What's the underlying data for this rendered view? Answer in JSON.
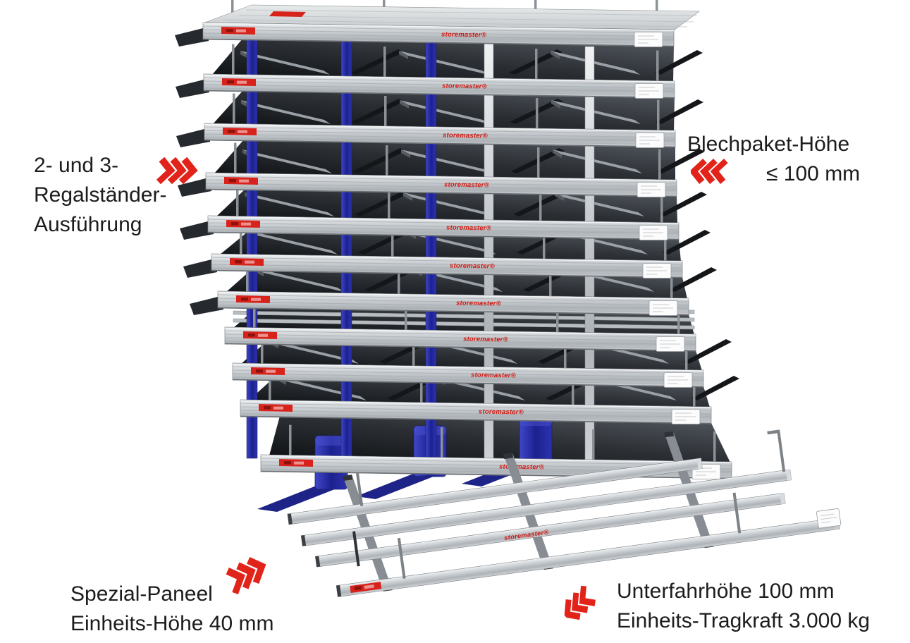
{
  "illustration": {
    "brand": "storemaster®",
    "colors": {
      "accent_red": "#e2231a",
      "column_blue": "#262b9d",
      "beam_silver": "#c9ced2",
      "sheet_dark": "#1a1d20",
      "label_white": "#fcfcfc"
    }
  },
  "annotations": {
    "left": {
      "lines": [
        "2- und 3-",
        "Regalständer-",
        "Ausführung"
      ]
    },
    "right": {
      "lines": [
        "Blechpaket-Höhe",
        "≤ 100 mm"
      ]
    },
    "bottom_left": {
      "lines": [
        "Spezial-Paneel",
        "Einheits-Höhe 40 mm"
      ]
    },
    "bottom_right": {
      "lines": [
        "Unterfahrhöhe 100 mm",
        "Einheits-Tragkraft 3.000 kg"
      ]
    }
  }
}
